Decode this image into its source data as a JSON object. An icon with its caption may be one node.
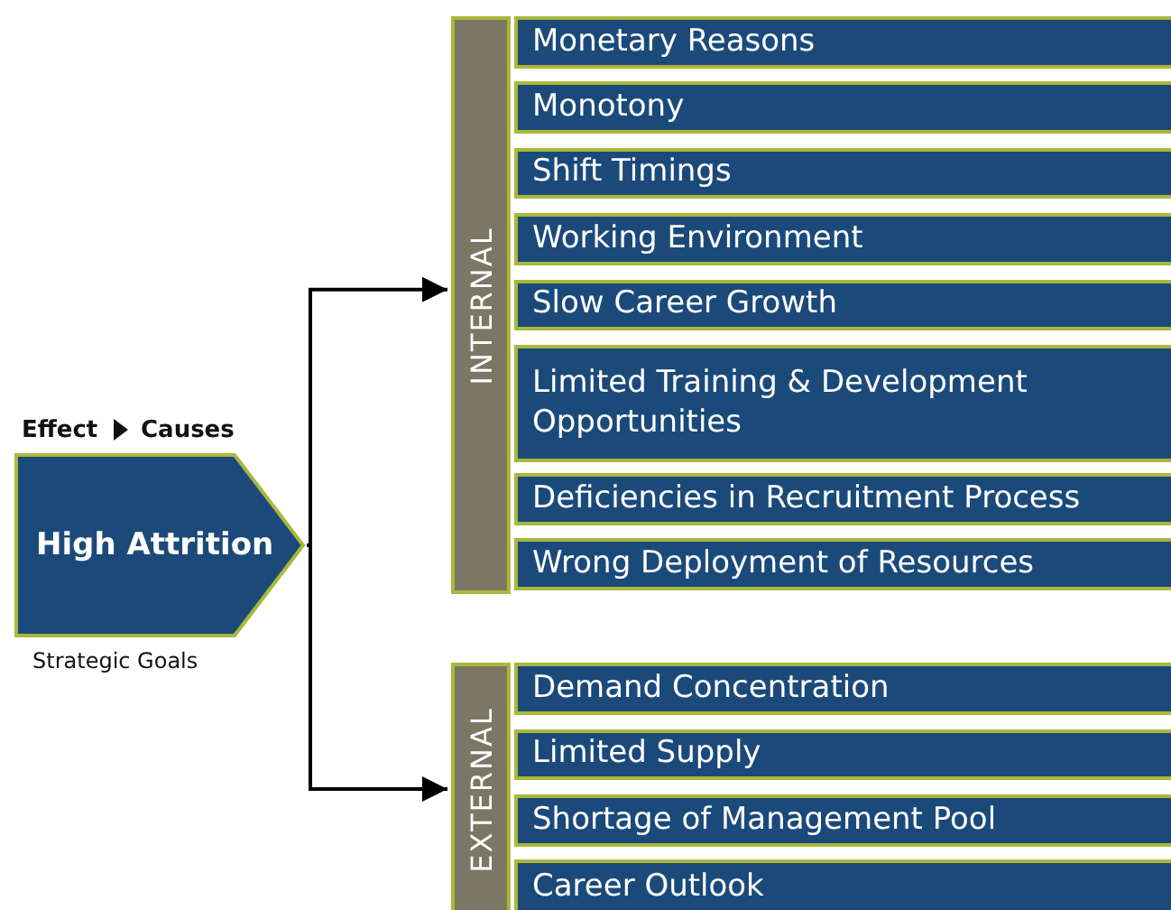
{
  "diagram": {
    "nodes": [
      {
        "text": [
          "High Attrition"
        ],
        "beside": [
          "Strategic Goals"
        ]
      },
      {
        "text": [
          "INTERNAL"
        ]
      },
      {
        "text": [
          "Monetary Reasons"
        ]
      },
      {
        "text": [
          "Monotony"
        ]
      },
      {
        "text": [
          "Shift Timings"
        ]
      },
      {
        "text": [
          "Working Environment"
        ]
      },
      {
        "text": [
          "Slow Career Growth"
        ]
      },
      {
        "text": [
          "Limited Training & Development Opportunities"
        ]
      },
      {
        "text": [
          "Deficiencies in Recruitment Process"
        ]
      },
      {
        "text": [
          "Wrong Deployment of Resources"
        ]
      },
      {
        "text": [
          "EXTERNAL"
        ]
      },
      {
        "text": [
          "Demand Concentration"
        ]
      },
      {
        "text": [
          "Limited Supply"
        ]
      },
      {
        "text": [
          "Shortage of Management Pool"
        ]
      },
      {
        "text": [
          "Career Outlook"
        ]
      }
    ],
    "edges": [
      {
        "from": 0,
        "to": 1,
        "arrow": "to"
      },
      {
        "from": 0,
        "to": 10,
        "arrow": "to"
      }
    ],
    "labels": [
      "Effect",
      "Causes"
    ]
  }
}
